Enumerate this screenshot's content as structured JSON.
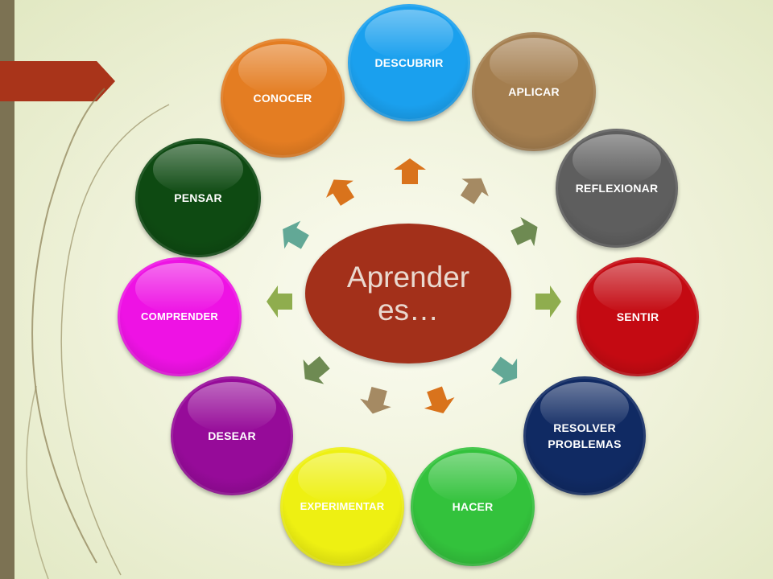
{
  "center": {
    "text": "Aprender es…",
    "color": "#a3301a"
  },
  "nodes": [
    {
      "label": "DESCUBRIR",
      "color": "#1aa0ee"
    },
    {
      "label": "APLICAR",
      "color": "#a47e4f"
    },
    {
      "label": "REFLEXIONAR",
      "color": "#5e5e5e"
    },
    {
      "label": "SENTIR",
      "color": "#c40a12"
    },
    {
      "label": "RESOLVER PROBLEMAS",
      "color": "#102a63"
    },
    {
      "label": "HACER",
      "color": "#33c23c"
    },
    {
      "label": "EXPERIMENTAR",
      "color": "#eef012"
    },
    {
      "label": "DESEAR",
      "color": "#960b99"
    },
    {
      "label": "COMPRENDER",
      "color": "#ee12e4"
    },
    {
      "label": "PENSAR",
      "color": "#0e4a12"
    },
    {
      "label": "CONOCER",
      "color": "#e47d22"
    }
  ],
  "arrow_colors": [
    "#d9731c",
    "#a58a63",
    "#6e8a52",
    "#8fad4e",
    "#62a896",
    "#d9731c",
    "#a58a63",
    "#6e8a52",
    "#8fad4e",
    "#62a896",
    "#d9731c"
  ]
}
